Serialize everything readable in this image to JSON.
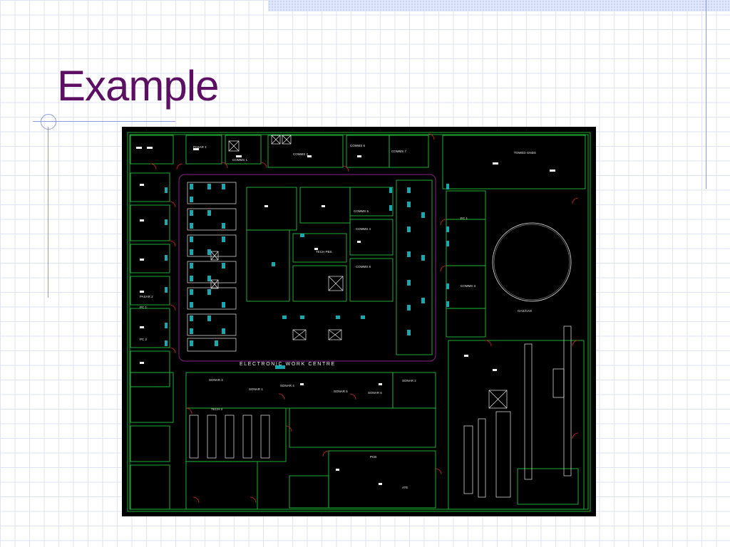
{
  "slide": {
    "title": "Example"
  },
  "plan": {
    "main_label": "ELECTRONIC WORK CENTRE",
    "room_labels": [
      "PASAR 1",
      "PASAR 2",
      "COMMS 1",
      "COMMS 2",
      "COMMS 6",
      "COMMS 7",
      "TOWED GNDS",
      "COMMS 5",
      "COMMS 4",
      "COMMS 8",
      "TECH PBS",
      "EC 1",
      "COMMS 3",
      "PC 1",
      "PC 2",
      "GAS/CAS",
      "SONAR 3",
      "SONAR 1",
      "SONAR 4",
      "SONAR 5",
      "SONAR 6",
      "SONAR 2",
      "TECH 3",
      "ATE",
      "PCB"
    ]
  },
  "colors": {
    "title": "#5c0f63",
    "plan_background": "#000000",
    "walls": "#1fbf3a",
    "doors": "#d8232a",
    "consoles": "#19a7b0",
    "boundary": "#8a1f8a"
  }
}
